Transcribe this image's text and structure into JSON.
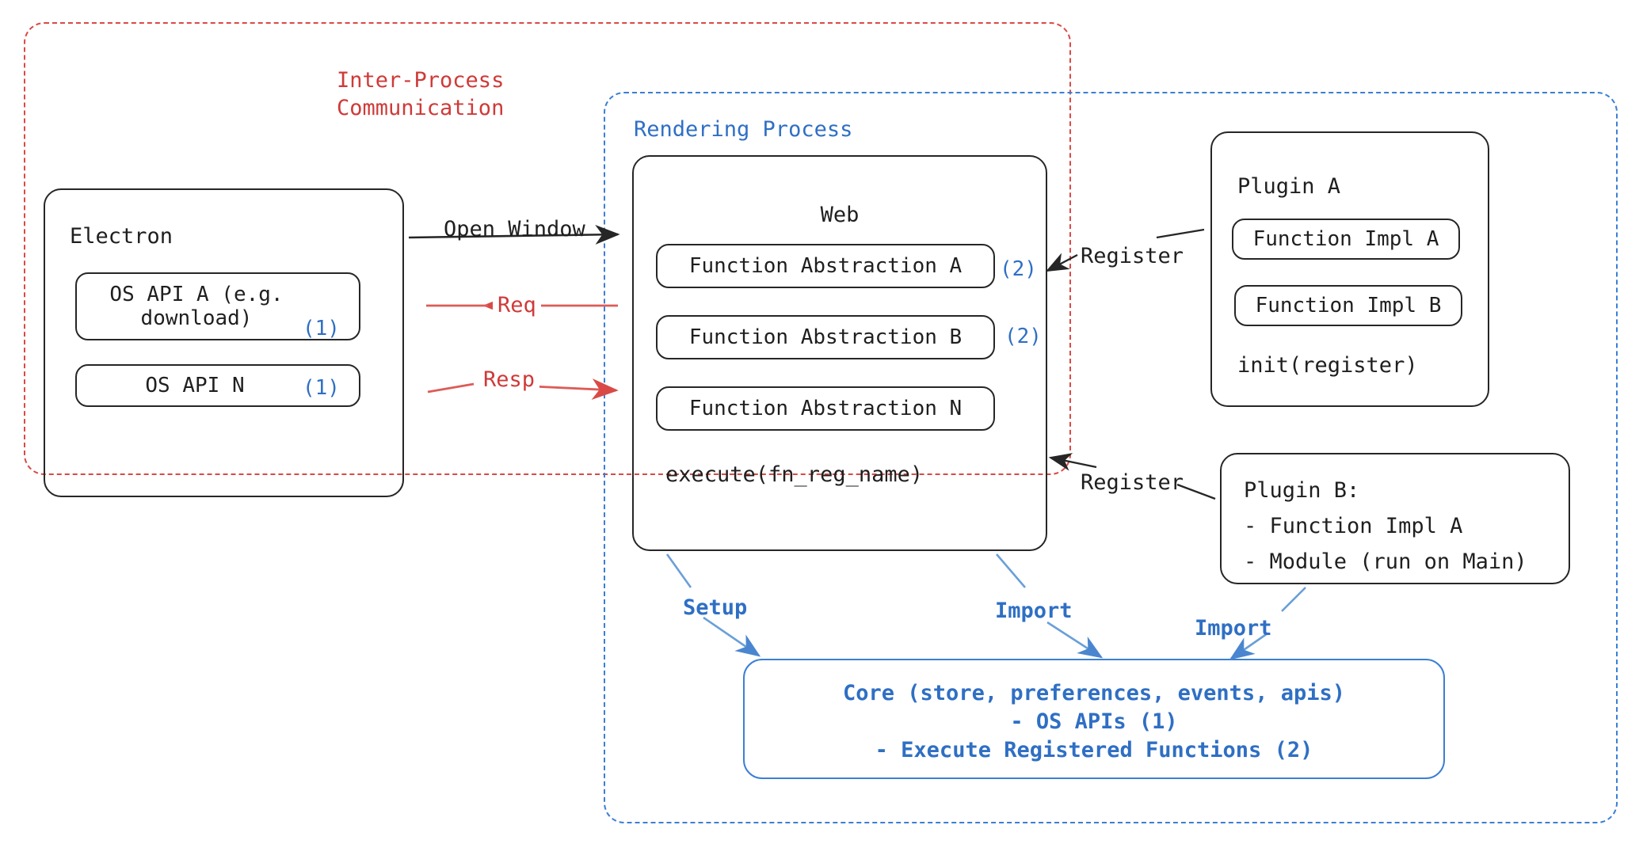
{
  "diagram": {
    "title": "Electron Plugin Architecture",
    "colors": {
      "ipc_red": "#cf3a38",
      "process_blue": "#2f6fc4",
      "outline_black": "#262626",
      "core_blue": "#3b7fd4"
    }
  },
  "ipc_region": {
    "label_line1": "Inter-Process",
    "label_line2": "Communication"
  },
  "rendering_region": {
    "label": "Rendering Process"
  },
  "electron": {
    "title": "Electron",
    "apis": [
      {
        "label": "OS API A (e.g.\ndownload)",
        "marker": "(1)"
      },
      {
        "label": "OS API N",
        "marker": "(1)"
      }
    ]
  },
  "web": {
    "title": "Web",
    "abstractions": [
      {
        "label": "Function Abstraction A",
        "marker": "(2)"
      },
      {
        "label": "Function Abstraction B",
        "marker": "(2)"
      },
      {
        "label": "Function Abstraction N",
        "marker": ""
      }
    ],
    "execute": "execute(fn_reg_name)"
  },
  "plugin_a": {
    "title": "Plugin A",
    "items": [
      "Function Impl A",
      "Function Impl B"
    ],
    "init": "init(register)"
  },
  "plugin_b": {
    "title": "Plugin B:",
    "lines": [
      "- Function Impl A",
      "- Module (run on Main)"
    ]
  },
  "core": {
    "line1": "Core (store, preferences, events, apis)",
    "line2": "- OS APIs (1)",
    "line3": "- Execute Registered Functions (2)"
  },
  "edges": {
    "open_window": "Open Window",
    "req": "Req",
    "resp": "Resp",
    "register_top": "Register",
    "register_bottom": "Register",
    "setup": "Setup",
    "import_left": "Import",
    "import_right": "Import"
  }
}
